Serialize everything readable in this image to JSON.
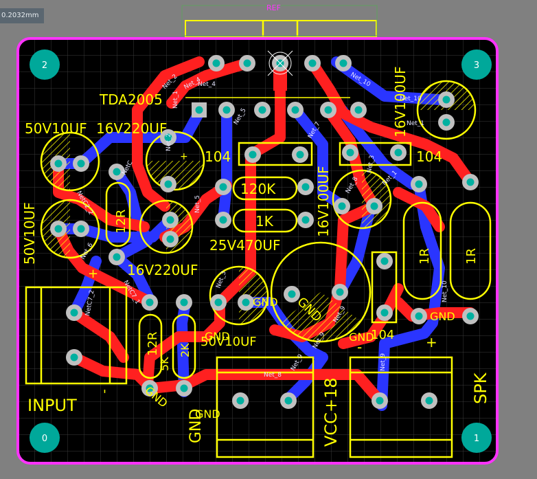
{
  "viewer": {
    "coordinate_readout": "0.2032mm"
  },
  "board": {
    "mounting_holes": [
      "2",
      "3",
      "0",
      "1"
    ],
    "colors": {
      "board": "#000000",
      "outline": "#ff33ff",
      "top_copper": "#ff2020",
      "bottom_copper": "#2a35ff",
      "silkscreen": "#ffff00",
      "pad": "#c0c0c0",
      "hole": "#00b0a0",
      "mount_hole": "#00a89a"
    },
    "silkscreen": {
      "ref": "REF",
      "tda": "TDA2005",
      "c_50v10uf_a": "50V10UF",
      "c_16v220uf_a": "16V220UF",
      "c_104_a": "104",
      "c_50v10uf_b": "50V10UF",
      "r_12r_a": "12R",
      "c_16v220uf_b": "16V220UF",
      "r_120k": "120K",
      "r_1k": "1K",
      "c_25v470uf": "25V470UF",
      "c_16v100uf_a": "16V100UF",
      "c_16v100uf_b": "16V100UF",
      "c_104_b": "104",
      "r_1r_a": "1R",
      "r_1r_b": "1R",
      "c_104_c": "104",
      "r_12r_b": "12R",
      "r_5k": "5K",
      "r_2k": "2K",
      "c_50v10uf_c": "50V10UF",
      "gnd_1": "GND",
      "gnd_2": "GND",
      "gnd_3": "GND",
      "gnd_4": "GND",
      "gnd_5": "GND",
      "gnd_6": "GND",
      "gnd_7": "GND",
      "gnd_big": "GND",
      "input": "INPUT",
      "vcc": "VCC+18",
      "spk": "SPK",
      "plus_1": "+",
      "plus_2": "+",
      "plus_3": "+",
      "minus_1": "-",
      "minus_2": "'"
    },
    "net_labels": {
      "n1": "Net_2",
      "n2": "Net_4",
      "n3": "Net_4",
      "n4": "Net_1",
      "n5": "Net_5",
      "n6": "Net_7",
      "n7": "Net_10",
      "n8": "Net_10",
      "n9": "Net_1",
      "n10": "Net_2",
      "n11": "NetC",
      "n12": "NetC2_2",
      "n13": "Net_5",
      "n14": "Net_3",
      "n15": "Net_8",
      "n16": "NetC7_1",
      "n17": "Net_6",
      "n18": "Net_8",
      "n19": "Net_1",
      "n20": "Net_3",
      "n21": "Net_10",
      "n22": "Net_9",
      "n23": "Net_9",
      "n24": "Net_9",
      "n25": "Net_9",
      "n26": "NetC7_2"
    }
  }
}
